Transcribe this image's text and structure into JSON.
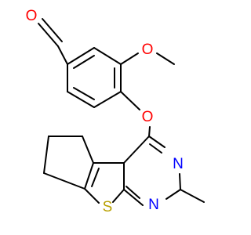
{
  "molecule": {
    "atoms": {
      "aldehyde_oxygen": "O",
      "methoxy_oxygen": "O",
      "ether_oxygen": "O",
      "sulfur": "S",
      "pyrimidine_n3": "N",
      "pyrimidine_n1": "N"
    },
    "colors": {
      "oxygen": "#ff0000",
      "sulfur": "#b8a000",
      "nitrogen": "#0000ff",
      "bond": "#000000",
      "background": "#ffffff"
    }
  }
}
